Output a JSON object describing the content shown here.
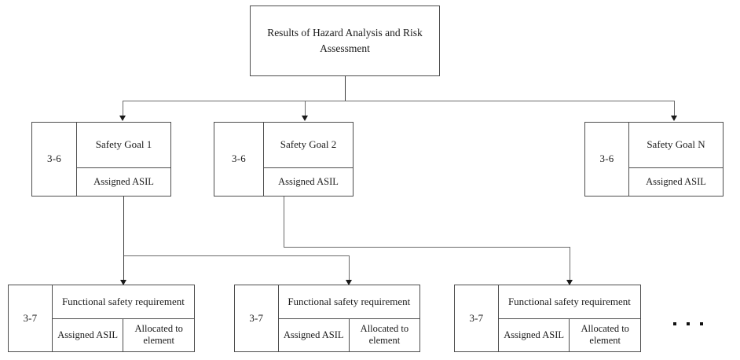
{
  "diagram": {
    "title": "Results of Hazard Analysis and Risk Assessment",
    "root": {
      "label": "Results of Hazard Analysis and Risk Assessment"
    },
    "safety_goals": [
      {
        "clause": "3-6",
        "title": "Safety Goal 1",
        "attribute": "Assigned ASIL"
      },
      {
        "clause": "3-6",
        "title": "Safety Goal 2",
        "attribute": "Assigned ASIL"
      },
      {
        "clause": "3-6",
        "title": "Safety Goal N",
        "attribute": "Assigned ASIL"
      }
    ],
    "requirements": [
      {
        "clause": "3-7",
        "title": "Functional safety requirement",
        "attributes": [
          "Assigned ASIL",
          "Allocated to element"
        ]
      },
      {
        "clause": "3-7",
        "title": "Functional safety requirement",
        "attributes": [
          "Assigned ASIL",
          "Allocated to element"
        ]
      },
      {
        "clause": "3-7",
        "title": "Functional safety requirement",
        "attributes": [
          "Assigned ASIL",
          "Allocated to element"
        ]
      }
    ],
    "continuation": {
      "symbol": "• • •",
      "dot_count": 3
    },
    "colors": {
      "border": "#4d4d4d",
      "connector": "#6a6a6a",
      "arrow": "#1a1a1a",
      "text": "#1a1a1a",
      "background": "#ffffff"
    }
  }
}
